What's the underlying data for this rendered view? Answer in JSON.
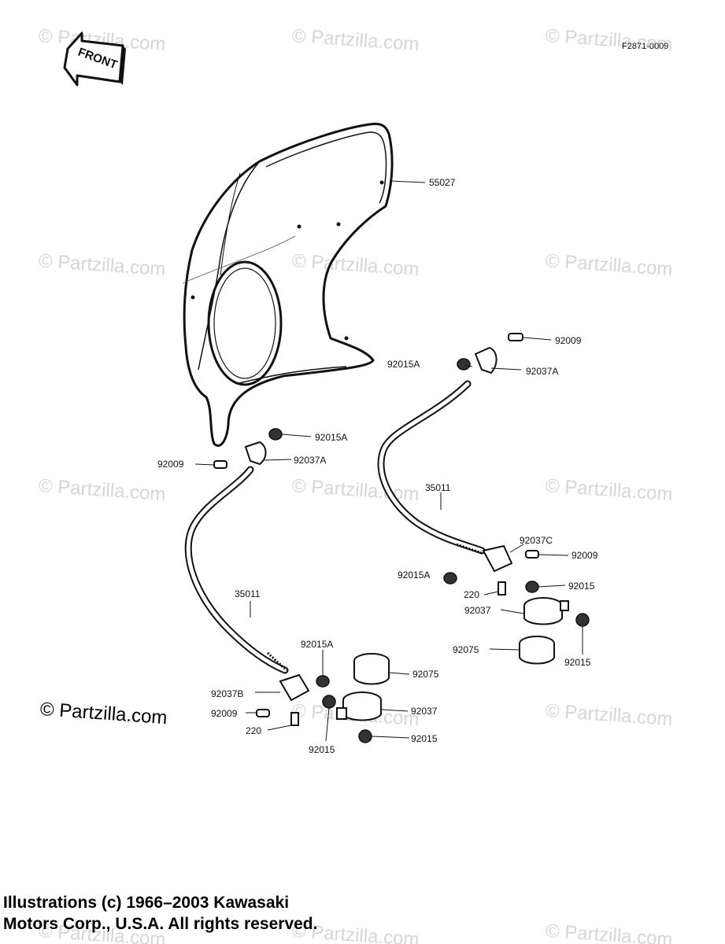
{
  "drawing_code": "F2871-0009",
  "front_label": "FRONT",
  "watermark_text": "© Partzilla.com",
  "footer": {
    "line1": "Illustrations (c) 1966–2003 Kawasaki",
    "line2": "Motors Corp., U.S.A.  All rights reserved."
  },
  "callouts": {
    "windshield": "55027",
    "r_bolt_top": "92009",
    "r_nut_top": "92015A",
    "r_bracket_top": "92037A",
    "l_nut_top": "92015A",
    "l_bolt_top": "92009",
    "l_bracket_top": "92037A",
    "r_stay": "35011",
    "r_bracket_c": "92037C",
    "r_bolt_mid": "92009",
    "r_nut_a_mid": "92015A",
    "r_nut_mid": "92015",
    "r_washer": "220",
    "r_clamp": "92037",
    "r_rubber": "92075",
    "r_nut_low": "92015",
    "l_stay": "35011",
    "l_nut_a_low": "92015A",
    "l_rubber": "92075",
    "l_bracket_b": "92037B",
    "l_clamp": "92037",
    "l_bolt_low": "92009",
    "l_washer": "220",
    "l_nut_low": "92015",
    "l_nut_low2": "92015"
  },
  "colors": {
    "line": "#111111",
    "watermark": "#d6d6d6",
    "background": "#ffffff"
  }
}
